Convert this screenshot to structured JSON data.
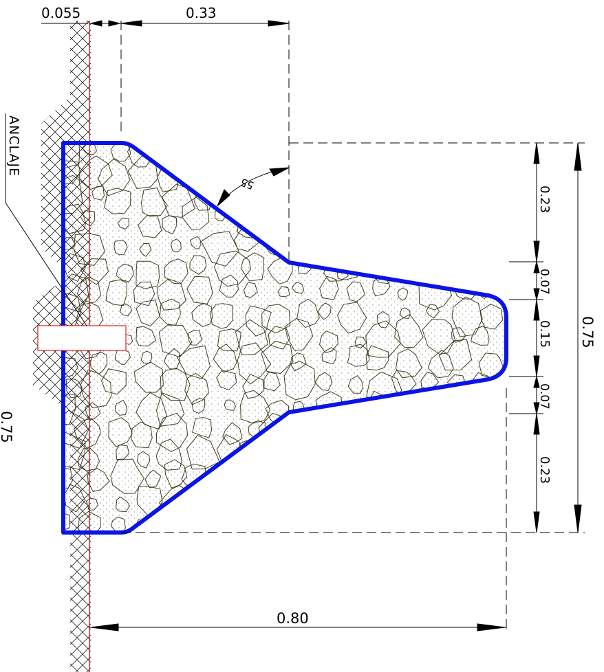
{
  "dimensions": {
    "top_left_offset": "0.055",
    "top_width": "0.33",
    "upper_height": "0.23",
    "upper_transition": "0.07",
    "tip_height": "0.15",
    "lower_transition": "0.07",
    "lower_height": "0.23",
    "total_height_right": "0.75",
    "total_height_left": "0.75",
    "total_width": "0.80",
    "angle": "55"
  },
  "labels": {
    "anchor": "ANCLAJE"
  },
  "colors": {
    "outline": "#0a14e6",
    "wall_line": "#c0392b",
    "anchor_box": "#e02020",
    "stone": "#3d3d1e",
    "lines": "#000000"
  }
}
